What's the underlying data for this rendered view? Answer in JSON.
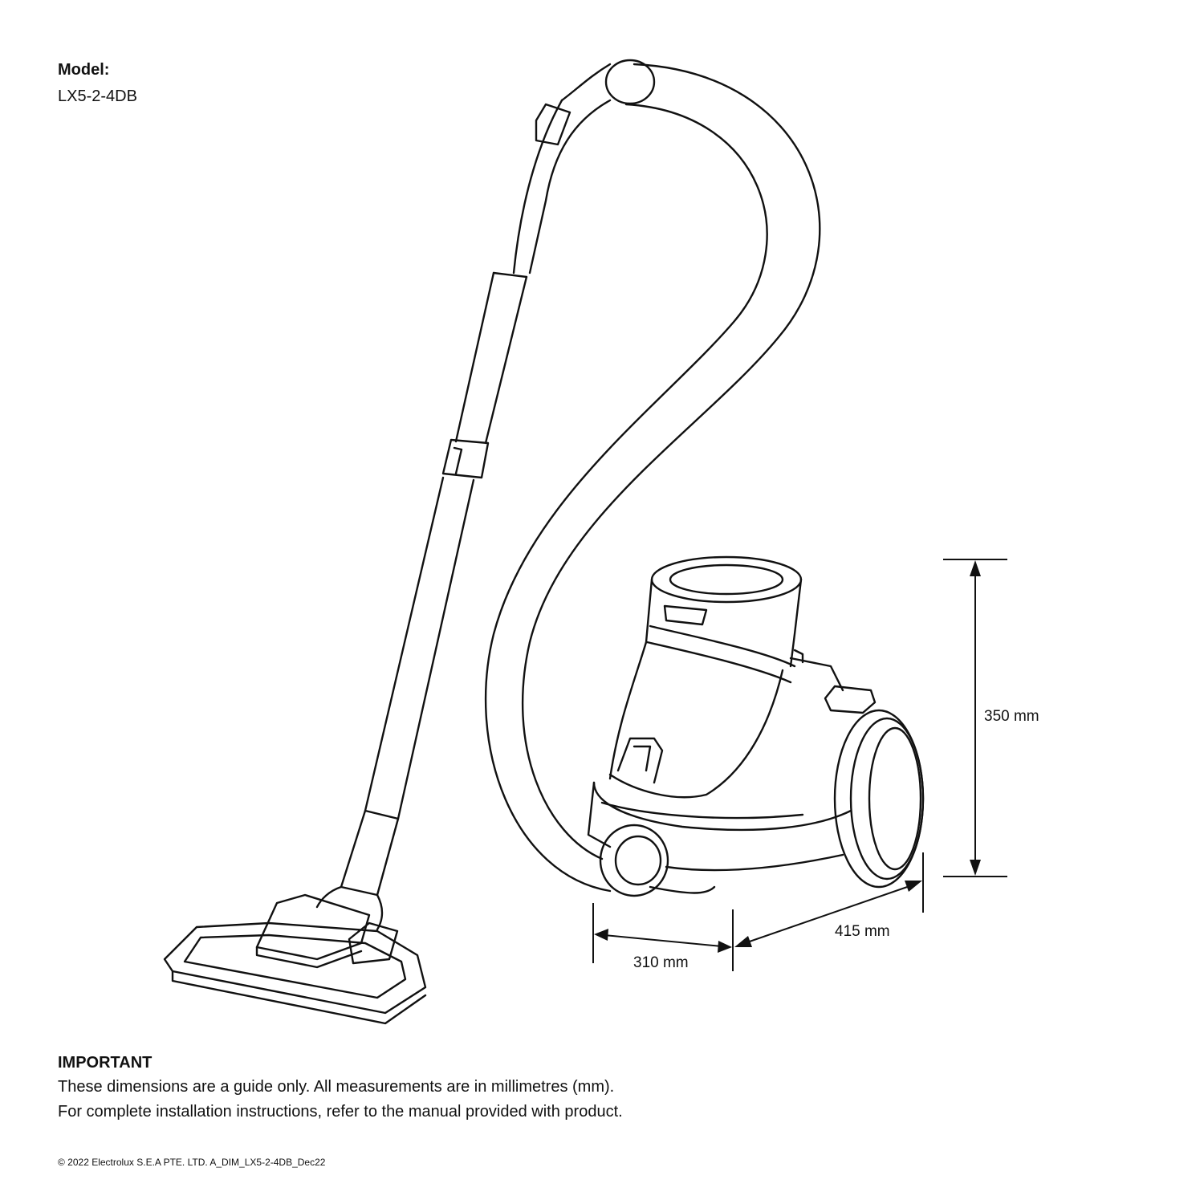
{
  "model": {
    "heading": "Model:",
    "value": "LX5-2-4DB"
  },
  "dimensions": {
    "height": "350 mm",
    "length": "415 mm",
    "width": "310 mm"
  },
  "important": {
    "heading": "IMPORTANT",
    "line1": "These dimensions are a guide only. All measurements are in millimetres (mm).",
    "line2": "For complete installation instructions, refer to the manual provided with product."
  },
  "footer": "© 2022 Electrolux S.E.A PTE. LTD.  A_DIM_LX5-2-4DB_Dec22"
}
